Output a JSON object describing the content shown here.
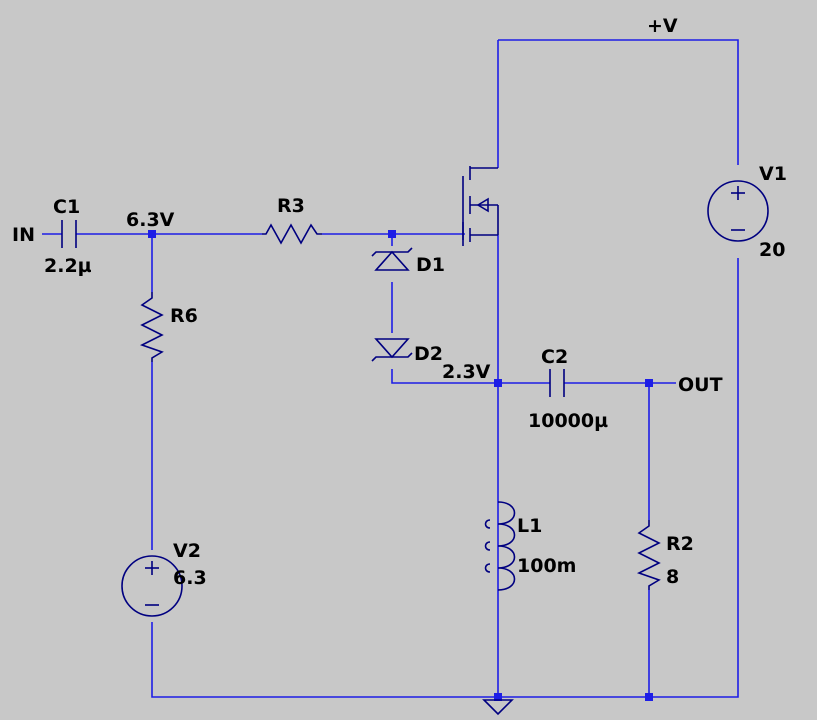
{
  "colors": {
    "background": "#c8c8c8",
    "wire": "#1e1ee6",
    "component": "#000080",
    "text": "#000000"
  },
  "schematic": {
    "nets": {
      "supply": "+V",
      "input": "IN",
      "output": "OUT"
    },
    "node_voltages": {
      "bias_node": "6.3V",
      "source_node": "2.3V"
    },
    "components": {
      "C1": {
        "ref": "C1",
        "value": "2.2µ"
      },
      "R3": {
        "ref": "R3"
      },
      "R6": {
        "ref": "R6"
      },
      "D1": {
        "ref": "D1"
      },
      "D2": {
        "ref": "D2"
      },
      "C2": {
        "ref": "C2",
        "value": "10000µ"
      },
      "L1": {
        "ref": "L1",
        "value": "100m"
      },
      "R2": {
        "ref": "R2",
        "value": "8"
      },
      "V1": {
        "ref": "V1",
        "value": "20"
      },
      "V2": {
        "ref": "V2",
        "value": "6.3"
      }
    }
  }
}
